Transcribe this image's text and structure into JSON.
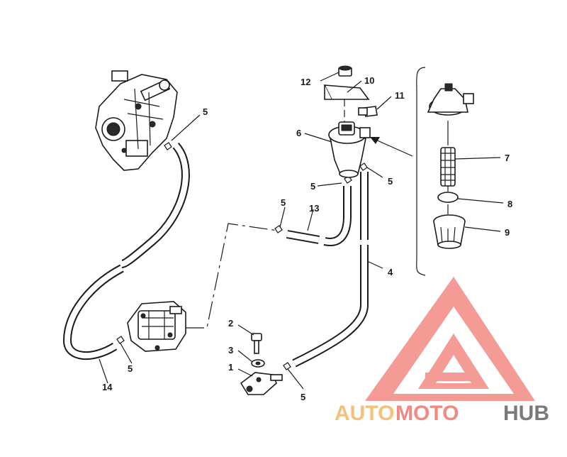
{
  "callouts": {
    "c1": "1",
    "c2": "2",
    "c3": "3",
    "c4": "4",
    "c5a": "5",
    "c5b": "5",
    "c5c": "5",
    "c5d": "5",
    "c5e": "5",
    "c5f": "5",
    "c6": "6",
    "c7": "7",
    "c8": "8",
    "c9": "9",
    "c10": "10",
    "c11": "11",
    "c12": "12",
    "c13": "13",
    "c14": "14"
  },
  "watermark": {
    "part1": "AUTO",
    "part2": "MOTO",
    "part3": "HUB",
    "color_primary": "#f28a82",
    "color_secondary": "#f5c07a",
    "color_hub": "#7a7a7a"
  }
}
